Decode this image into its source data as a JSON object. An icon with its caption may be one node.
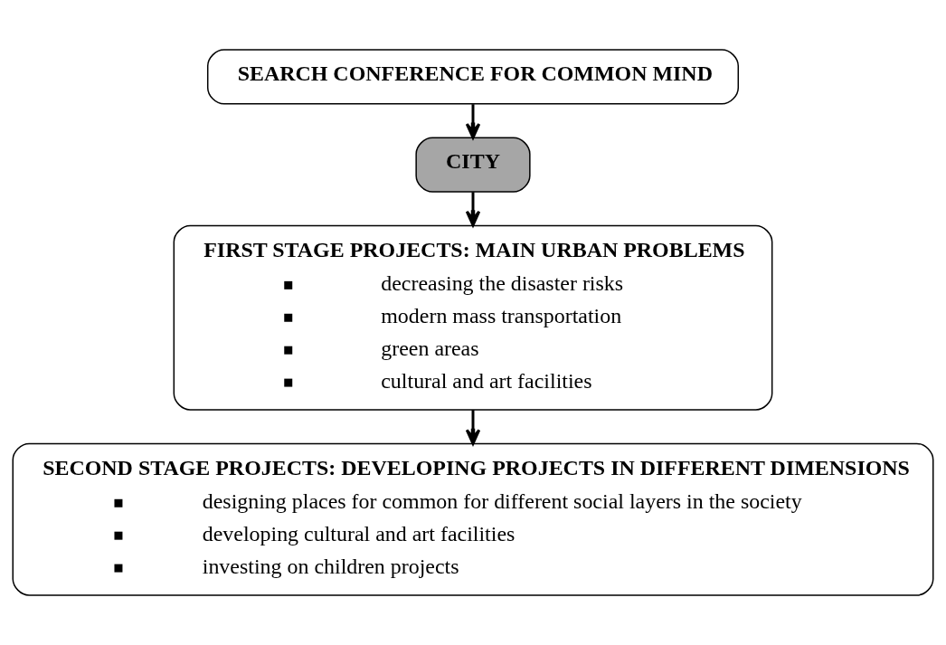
{
  "diagram": {
    "nodes": [
      {
        "text": [
          "SEARCH CONFERENCE FOR COMMON MIND"
        ]
      },
      {
        "text": [
          "CITY"
        ]
      },
      {
        "text": [
          "FIRST STAGE PROJECTS: MAIN URBAN PROBLEMS",
          "decreasing the disaster risks",
          "modern mass transportation",
          "green areas",
          "cultural and art facilities"
        ]
      },
      {
        "text": [
          "SECOND STAGE PROJECTS: DEVELOPING PROJECTS IN DIFFERENT DIMENSIONS",
          "designing places for common for different social layers in the society",
          "developing cultural and art facilities",
          "investing on children projects"
        ]
      }
    ],
    "edges": [
      {
        "from": 0,
        "to": 1,
        "arrow": "to"
      },
      {
        "from": 1,
        "to": 2,
        "arrow": "to"
      },
      {
        "from": 2,
        "to": 3,
        "arrow": "to"
      }
    ]
  }
}
